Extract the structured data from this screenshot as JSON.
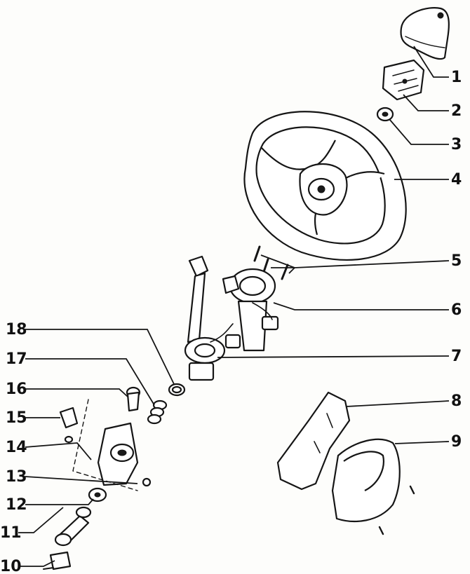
{
  "figure": {
    "callouts": [
      {
        "id": 1,
        "label": "1"
      },
      {
        "id": 2,
        "label": "2"
      },
      {
        "id": 3,
        "label": "3"
      },
      {
        "id": 4,
        "label": "4"
      },
      {
        "id": 5,
        "label": "5"
      },
      {
        "id": 6,
        "label": "6"
      },
      {
        "id": 7,
        "label": "7"
      },
      {
        "id": 8,
        "label": "8"
      },
      {
        "id": 9,
        "label": "9"
      },
      {
        "id": 10,
        "label": "10"
      },
      {
        "id": 11,
        "label": "11"
      },
      {
        "id": 12,
        "label": "12"
      },
      {
        "id": 13,
        "label": "13"
      },
      {
        "id": 14,
        "label": "14"
      },
      {
        "id": 15,
        "label": "15"
      },
      {
        "id": 16,
        "label": "16"
      },
      {
        "id": 17,
        "label": "17"
      },
      {
        "id": 18,
        "label": "18"
      }
    ],
    "colors": {
      "ink": "#151515",
      "paper": "#fdfdfb"
    }
  }
}
